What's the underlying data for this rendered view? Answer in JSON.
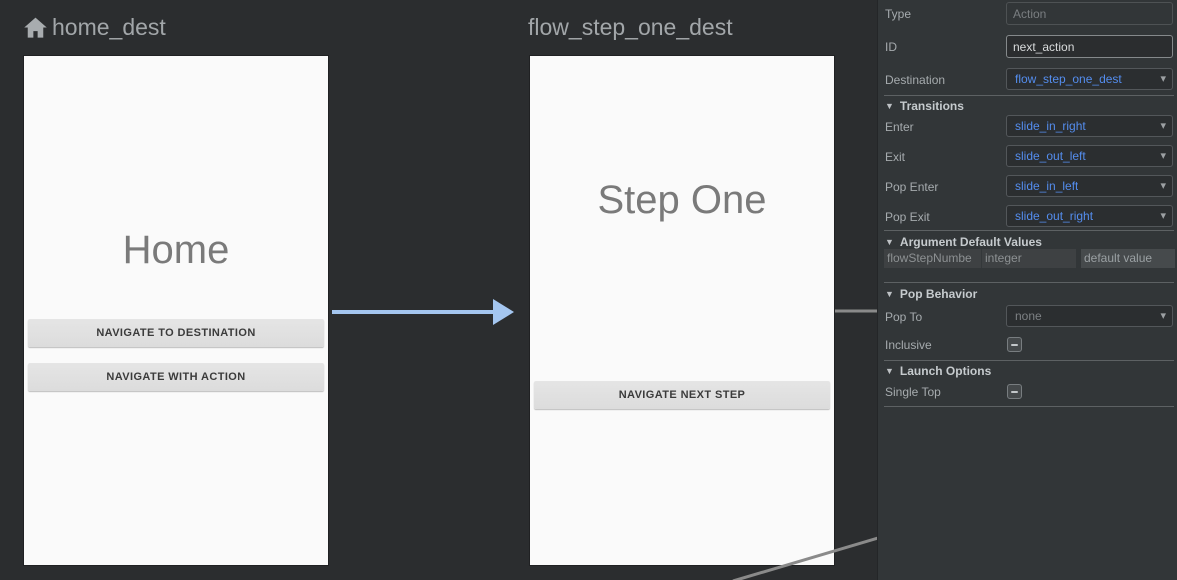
{
  "icons": {
    "dropdown_arrow": "▾",
    "section_collapse": "▼"
  },
  "colors": {
    "accent_blue_text": "#548dee",
    "action_arrow_blue": "#a4c6f0",
    "connection_line_gray": "#8a8a8a",
    "panel_background": "#323638",
    "canvas_background": "#2b2d2f",
    "screen_background": "#fafafa"
  },
  "canvas": {
    "home": {
      "title": "home_dest",
      "screen_title": "Home",
      "buttons": {
        "navigate_to_destination": "NAVIGATE TO DESTINATION",
        "navigate_with_action": "NAVIGATE WITH ACTION"
      }
    },
    "step_one": {
      "title": "flow_step_one_dest",
      "screen_title": "Step One",
      "buttons": {
        "navigate_next_step": "NAVIGATE NEXT STEP"
      }
    }
  },
  "panel": {
    "type": {
      "label": "Type",
      "placeholder": "Action"
    },
    "id": {
      "label": "ID",
      "value": "next_action"
    },
    "destination": {
      "label": "Destination",
      "value": "flow_step_one_dest"
    },
    "transitions": {
      "header": "Transitions",
      "rows": [
        {
          "label": "Enter",
          "value": "slide_in_right"
        },
        {
          "label": "Exit",
          "value": "slide_out_left"
        },
        {
          "label": "Pop Enter",
          "value": "slide_in_left"
        },
        {
          "label": "Pop Exit",
          "value": "slide_out_right"
        }
      ]
    },
    "arguments": {
      "header": "Argument Default Values",
      "row": {
        "name": "flowStepNumbe",
        "type": "integer",
        "default_placeholder": "default value"
      }
    },
    "pop_behavior": {
      "header": "Pop Behavior",
      "pop_to": {
        "label": "Pop To",
        "value": "none"
      },
      "inclusive_label": "Inclusive"
    },
    "launch_options": {
      "header": "Launch Options",
      "single_top_label": "Single Top"
    }
  }
}
